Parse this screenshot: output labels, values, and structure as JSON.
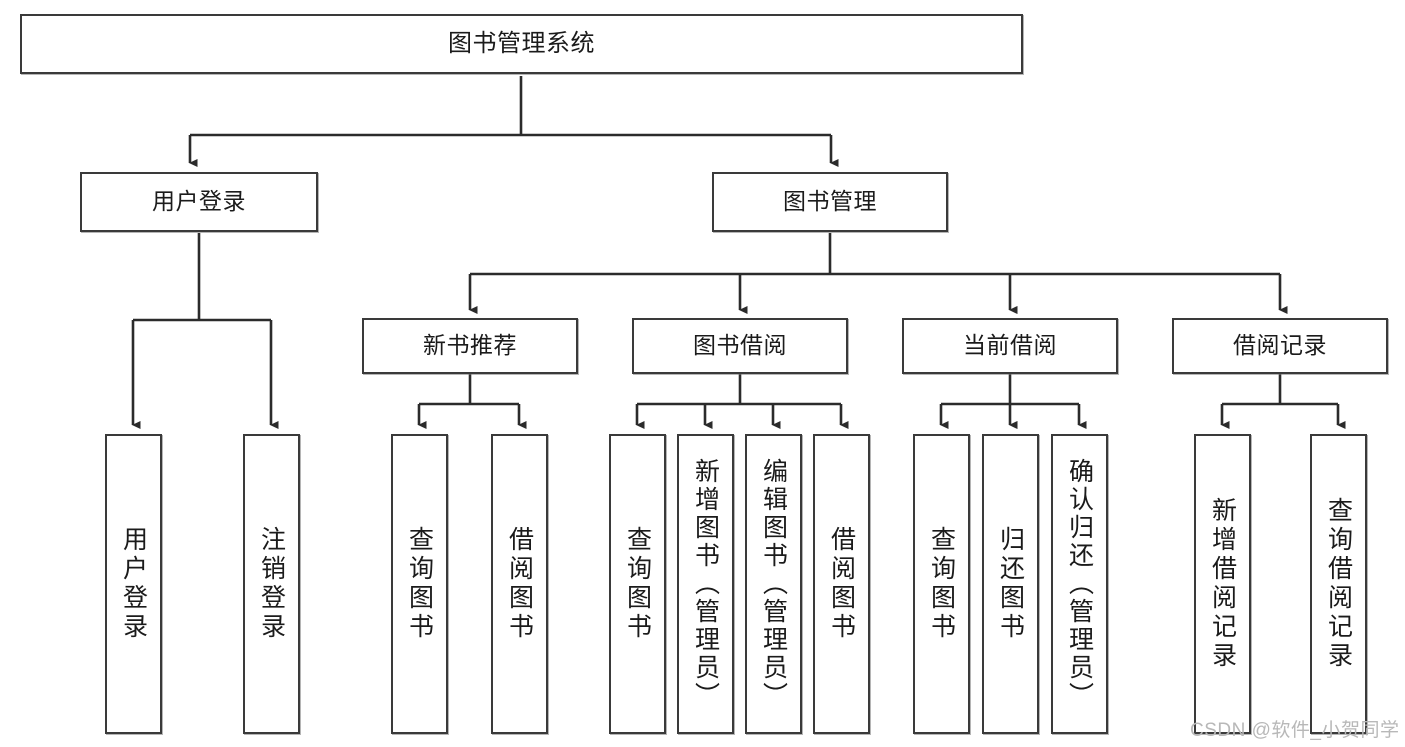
{
  "diagram": {
    "title": "图书管理系统",
    "type": "tree",
    "watermark": "CSDN @软件_小贺同学",
    "colors": {
      "border": "#3a3a3a",
      "background": "#ffffff",
      "text": "#1b1b1b",
      "edge": "#2b2b2b",
      "watermark": "#b8b8b8"
    },
    "levels": [
      {
        "level": 1,
        "nodes": [
          {
            "id": "root",
            "label": "图书管理系统"
          }
        ]
      },
      {
        "level": 2,
        "nodes": [
          {
            "id": "login",
            "label": "用户登录",
            "parent": "root"
          },
          {
            "id": "bookmgmt",
            "label": "图书管理",
            "parent": "root"
          }
        ]
      },
      {
        "level": 3,
        "nodes": [
          {
            "id": "newbook",
            "label": "新书推荐",
            "parent": "bookmgmt"
          },
          {
            "id": "borrow",
            "label": "图书借阅",
            "parent": "bookmgmt"
          },
          {
            "id": "current",
            "label": "当前借阅",
            "parent": "bookmgmt"
          },
          {
            "id": "records",
            "label": "借阅记录",
            "parent": "bookmgmt"
          }
        ]
      },
      {
        "level": 4,
        "nodes": [
          {
            "id": "leaf1",
            "label": "用户登录",
            "parent": "login"
          },
          {
            "id": "leaf2",
            "label": "注销登录",
            "parent": "login"
          },
          {
            "id": "leaf3",
            "label": "查询图书",
            "parent": "newbook"
          },
          {
            "id": "leaf4",
            "label": "借阅图书",
            "parent": "newbook"
          },
          {
            "id": "leaf5",
            "label": "查询图书",
            "parent": "borrow"
          },
          {
            "id": "leaf6",
            "label": "新增图书（管理员）",
            "parent": "borrow"
          },
          {
            "id": "leaf7",
            "label": "编辑图书（管理员）",
            "parent": "borrow"
          },
          {
            "id": "leaf8",
            "label": "借阅图书",
            "parent": "borrow"
          },
          {
            "id": "leaf9",
            "label": "查询图书",
            "parent": "current"
          },
          {
            "id": "leaf10",
            "label": "归还图书",
            "parent": "current"
          },
          {
            "id": "leaf11",
            "label": "确认归还（管理员）",
            "parent": "current"
          },
          {
            "id": "leaf12",
            "label": "新增借阅记录",
            "parent": "records"
          },
          {
            "id": "leaf13",
            "label": "查询借阅记录",
            "parent": "records"
          }
        ]
      }
    ]
  }
}
